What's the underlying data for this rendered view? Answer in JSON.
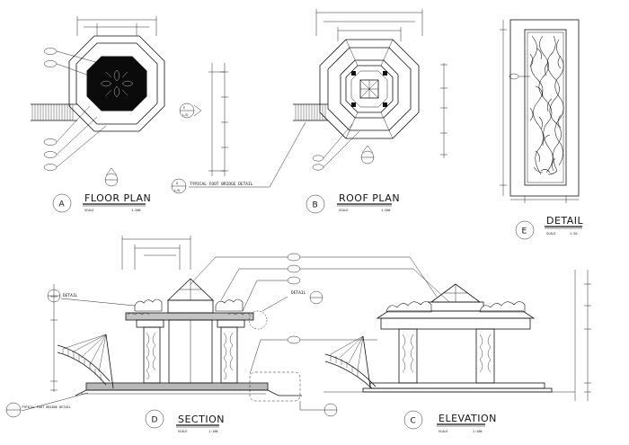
{
  "panels": {
    "floor_plan": {
      "letter": "A",
      "title": "FLOOR PLAN",
      "scale_label": "SCALE",
      "scale": "1:200"
    },
    "roof_plan": {
      "letter": "B",
      "title": "ROOF PLAN",
      "scale_label": "SCALE",
      "scale": "1:200"
    },
    "section": {
      "letter": "D",
      "title": "SECTION",
      "scale_label": "SCALE",
      "scale": "1:100"
    },
    "elevation": {
      "letter": "C",
      "title": "ELEVATION",
      "scale_label": "SCALE",
      "scale": "1:100"
    },
    "detail": {
      "letter": "E",
      "title": "DETAIL",
      "scale_label": "SCALE",
      "scale": "1:20"
    }
  },
  "notes": {
    "typical_bridge_detail": "TYPICAL FOOT BRIDGE DETAIL",
    "typical_foot_bridge_detail": "TYPICAL FOOT BRIDGE DETAIL",
    "detail_1": "DETAIL",
    "detail_2": "DETAIL"
  },
  "callouts": {
    "ref_e": "E",
    "ref_c": "C",
    "ref_a": "A",
    "ref_d": "D",
    "sheet": "L/U"
  }
}
